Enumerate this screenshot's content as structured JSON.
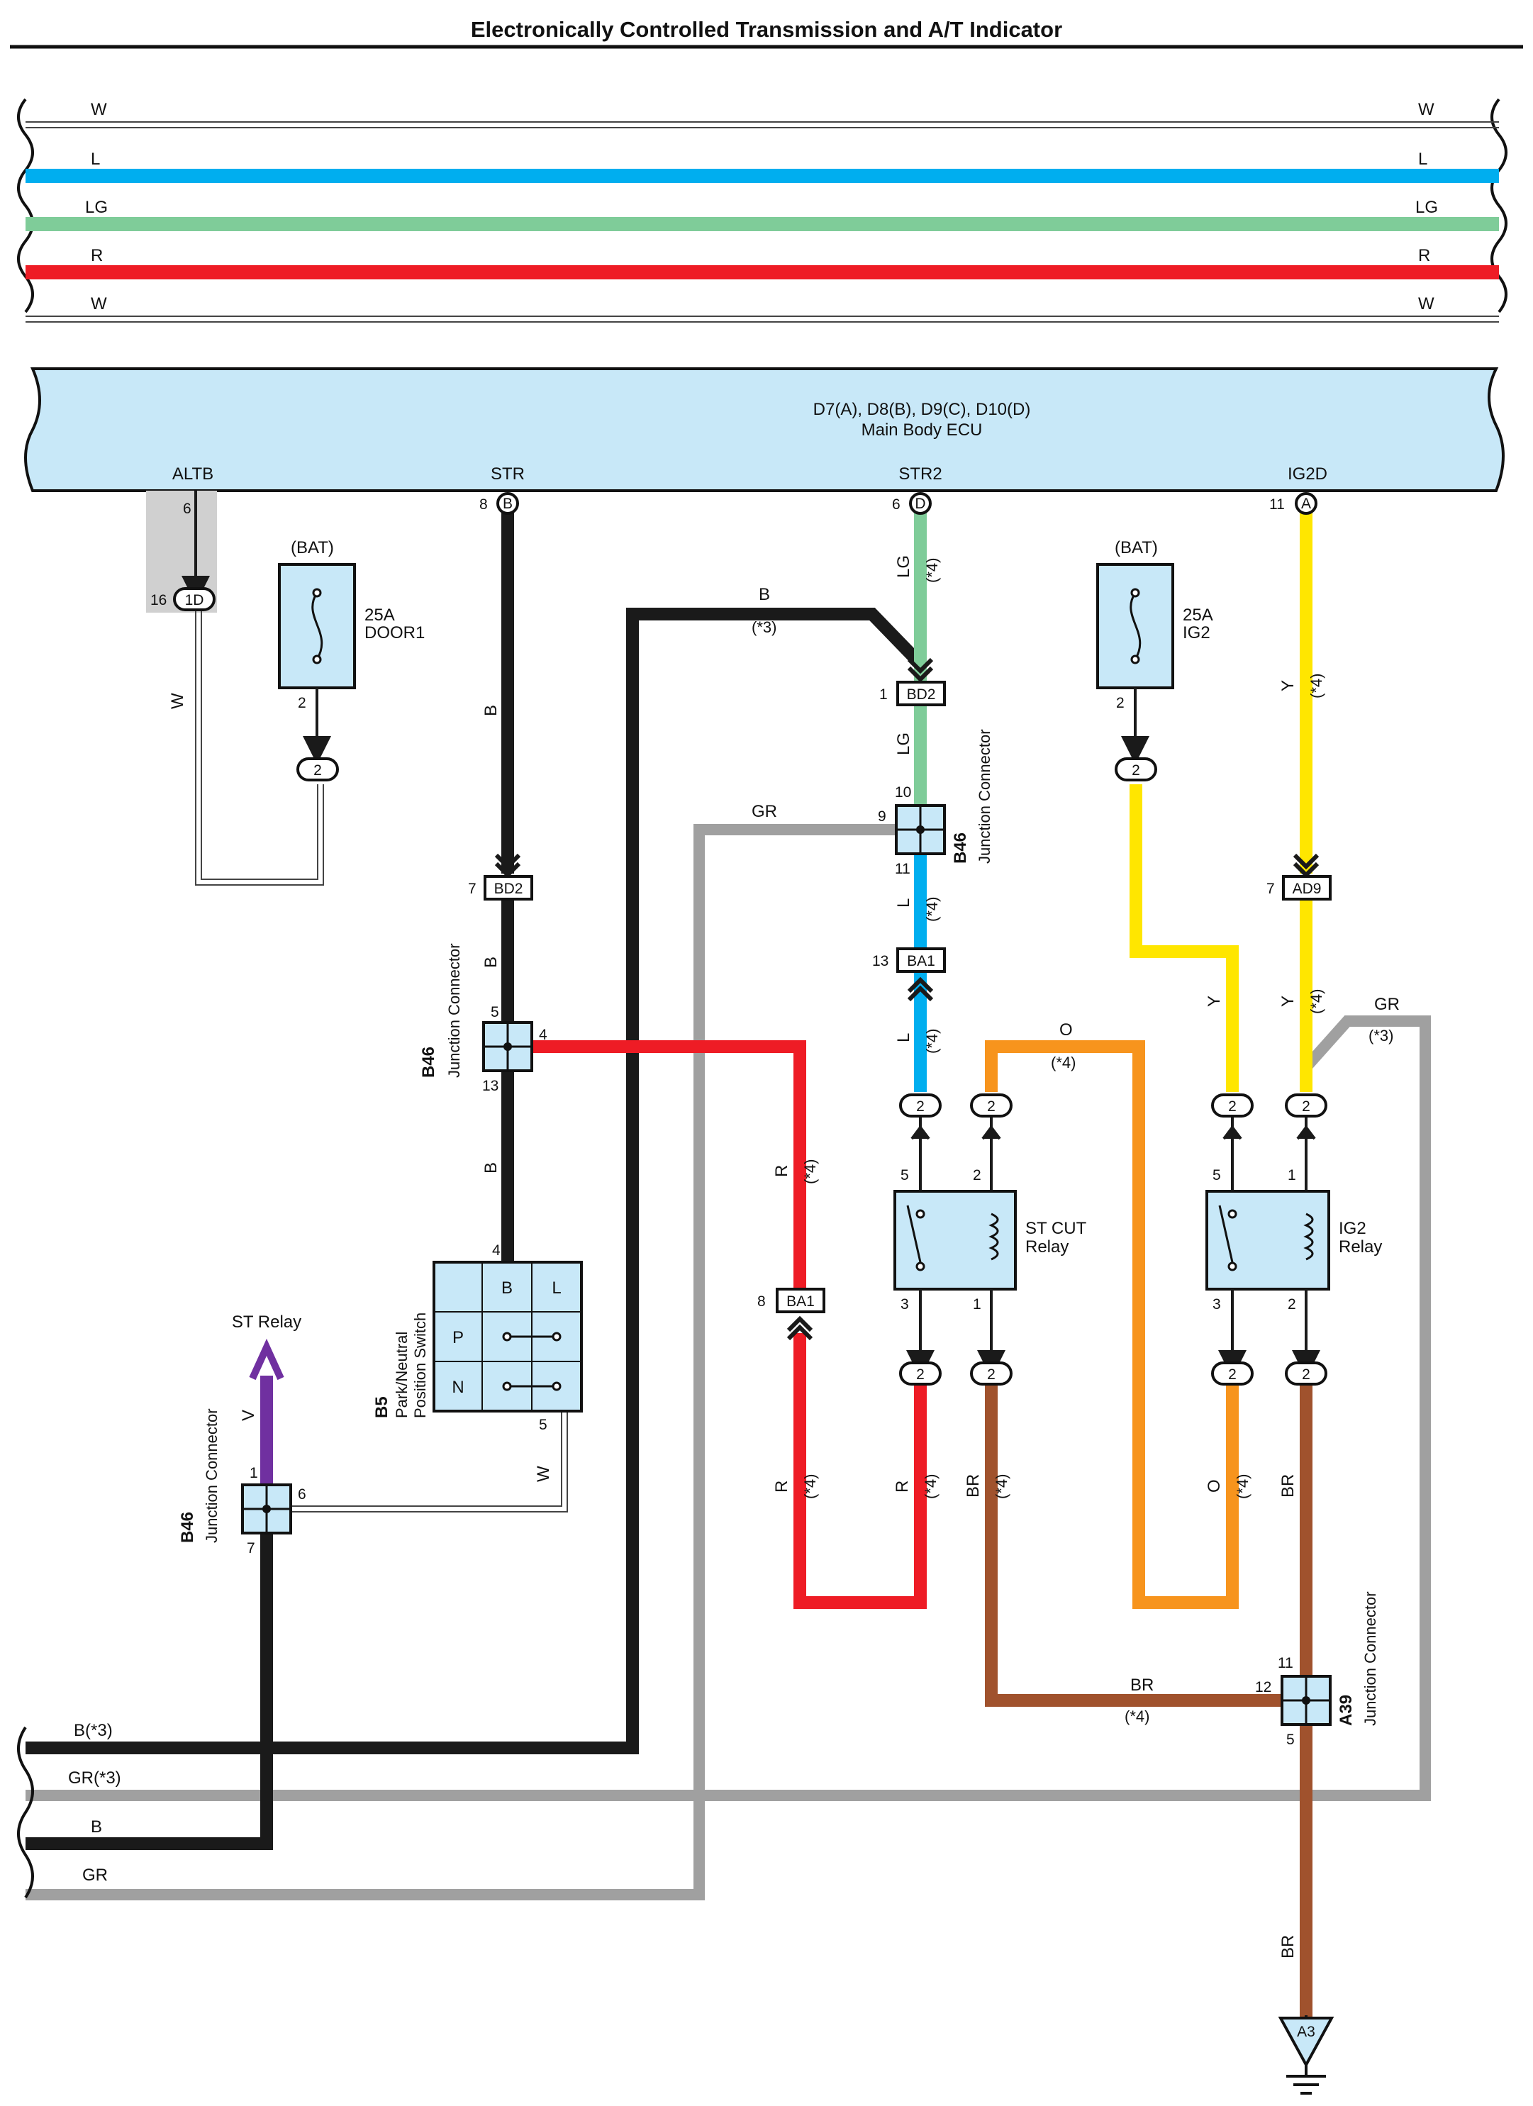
{
  "title": "Electronically Controlled Transmission and A/T Indicator",
  "colors": {
    "L": "#00aeef",
    "LG": "#7fcc99",
    "R": "#ee1c25",
    "B": "#1a1a1a",
    "GR": "#a0a0a0",
    "W": "#ffffff",
    "Y": "#ffe600",
    "O": "#f7941d",
    "BR": "#a0522d",
    "V": "#7030a0",
    "ecu_fill": "#c8e8f8",
    "component_fill": "#c8e8f8",
    "shade": "#d0d0d0"
  },
  "bus_wires": {
    "top": [
      {
        "left": "W",
        "right": "W"
      },
      {
        "left": "L",
        "right": "L"
      },
      {
        "left": "LG",
        "right": "LG"
      },
      {
        "left": "R",
        "right": "R"
      },
      {
        "left": "W",
        "right": "W"
      }
    ],
    "bottom": [
      "B(*3)",
      "GR(*3)",
      "B",
      "GR"
    ]
  },
  "ecu": {
    "connectors": "D7(A), D8(B), D9(C), D10(D)",
    "name": "Main Body ECU",
    "terminals": [
      {
        "name": "ALTB",
        "pin": "6"
      },
      {
        "name": "STR",
        "pin": "8",
        "conn": "B"
      },
      {
        "name": "STR2",
        "pin": "6",
        "conn": "D"
      },
      {
        "name": "IG2D",
        "pin": "11",
        "conn": "A"
      }
    ]
  },
  "fuses": [
    {
      "source": "(BAT)",
      "rating": "25A",
      "name": "DOOR1",
      "pin": "2",
      "conn": "2"
    },
    {
      "source": "(BAT)",
      "rating": "25A",
      "name": "IG2",
      "pin": "2",
      "conn": "2"
    }
  ],
  "connectors": {
    "c1d": {
      "pin": "16",
      "name": "1D"
    },
    "bd2_left": {
      "pin": "7",
      "name": "BD2"
    },
    "bd2_right": {
      "pin": "1",
      "name": "BD2"
    },
    "ba1_top": {
      "pin": "13",
      "name": "BA1"
    },
    "ba1_left": {
      "pin": "8",
      "name": "BA1"
    },
    "ad9": {
      "pin": "7",
      "name": "AD9"
    },
    "a3": {
      "name": "A3"
    }
  },
  "junctions": [
    {
      "id": "B46",
      "label": "Junction Connector",
      "pins": [
        "5",
        "4",
        "13"
      ]
    },
    {
      "id": "B46",
      "label": "Junction Connector",
      "pins": [
        "10",
        "9",
        "11"
      ]
    },
    {
      "id": "B46",
      "label": "Junction Connector",
      "pins": [
        "1",
        "6",
        "7"
      ]
    },
    {
      "id": "A39",
      "label": "Junction Connector",
      "pins": [
        "11",
        "12",
        "5"
      ]
    }
  ],
  "relays": [
    {
      "name": "ST CUT",
      "suffix": "Relay",
      "pins": [
        "5",
        "2",
        "3",
        "1"
      ]
    },
    {
      "name": "IG2",
      "suffix": "Relay",
      "pins": [
        "5",
        "1",
        "3",
        "2"
      ]
    }
  ],
  "switch": {
    "id": "B5",
    "name1": "Park/Neutral",
    "name2": "Position Switch",
    "cols": [
      "B",
      "L"
    ],
    "rows": [
      "P",
      "N"
    ],
    "pin_top": "4",
    "pin_bottom": "5"
  },
  "st_relay_label": "ST Relay",
  "wire_labels": {
    "W": "W",
    "B": "B",
    "B3": "B",
    "n3": "(*3)",
    "n4": "(*4)",
    "LG": "LG",
    "L": "L",
    "GR": "GR",
    "R": "R",
    "O": "O",
    "Y": "Y",
    "BR": "BR",
    "V": "V",
    "relay_conn": "2",
    "relay_out": "2"
  }
}
